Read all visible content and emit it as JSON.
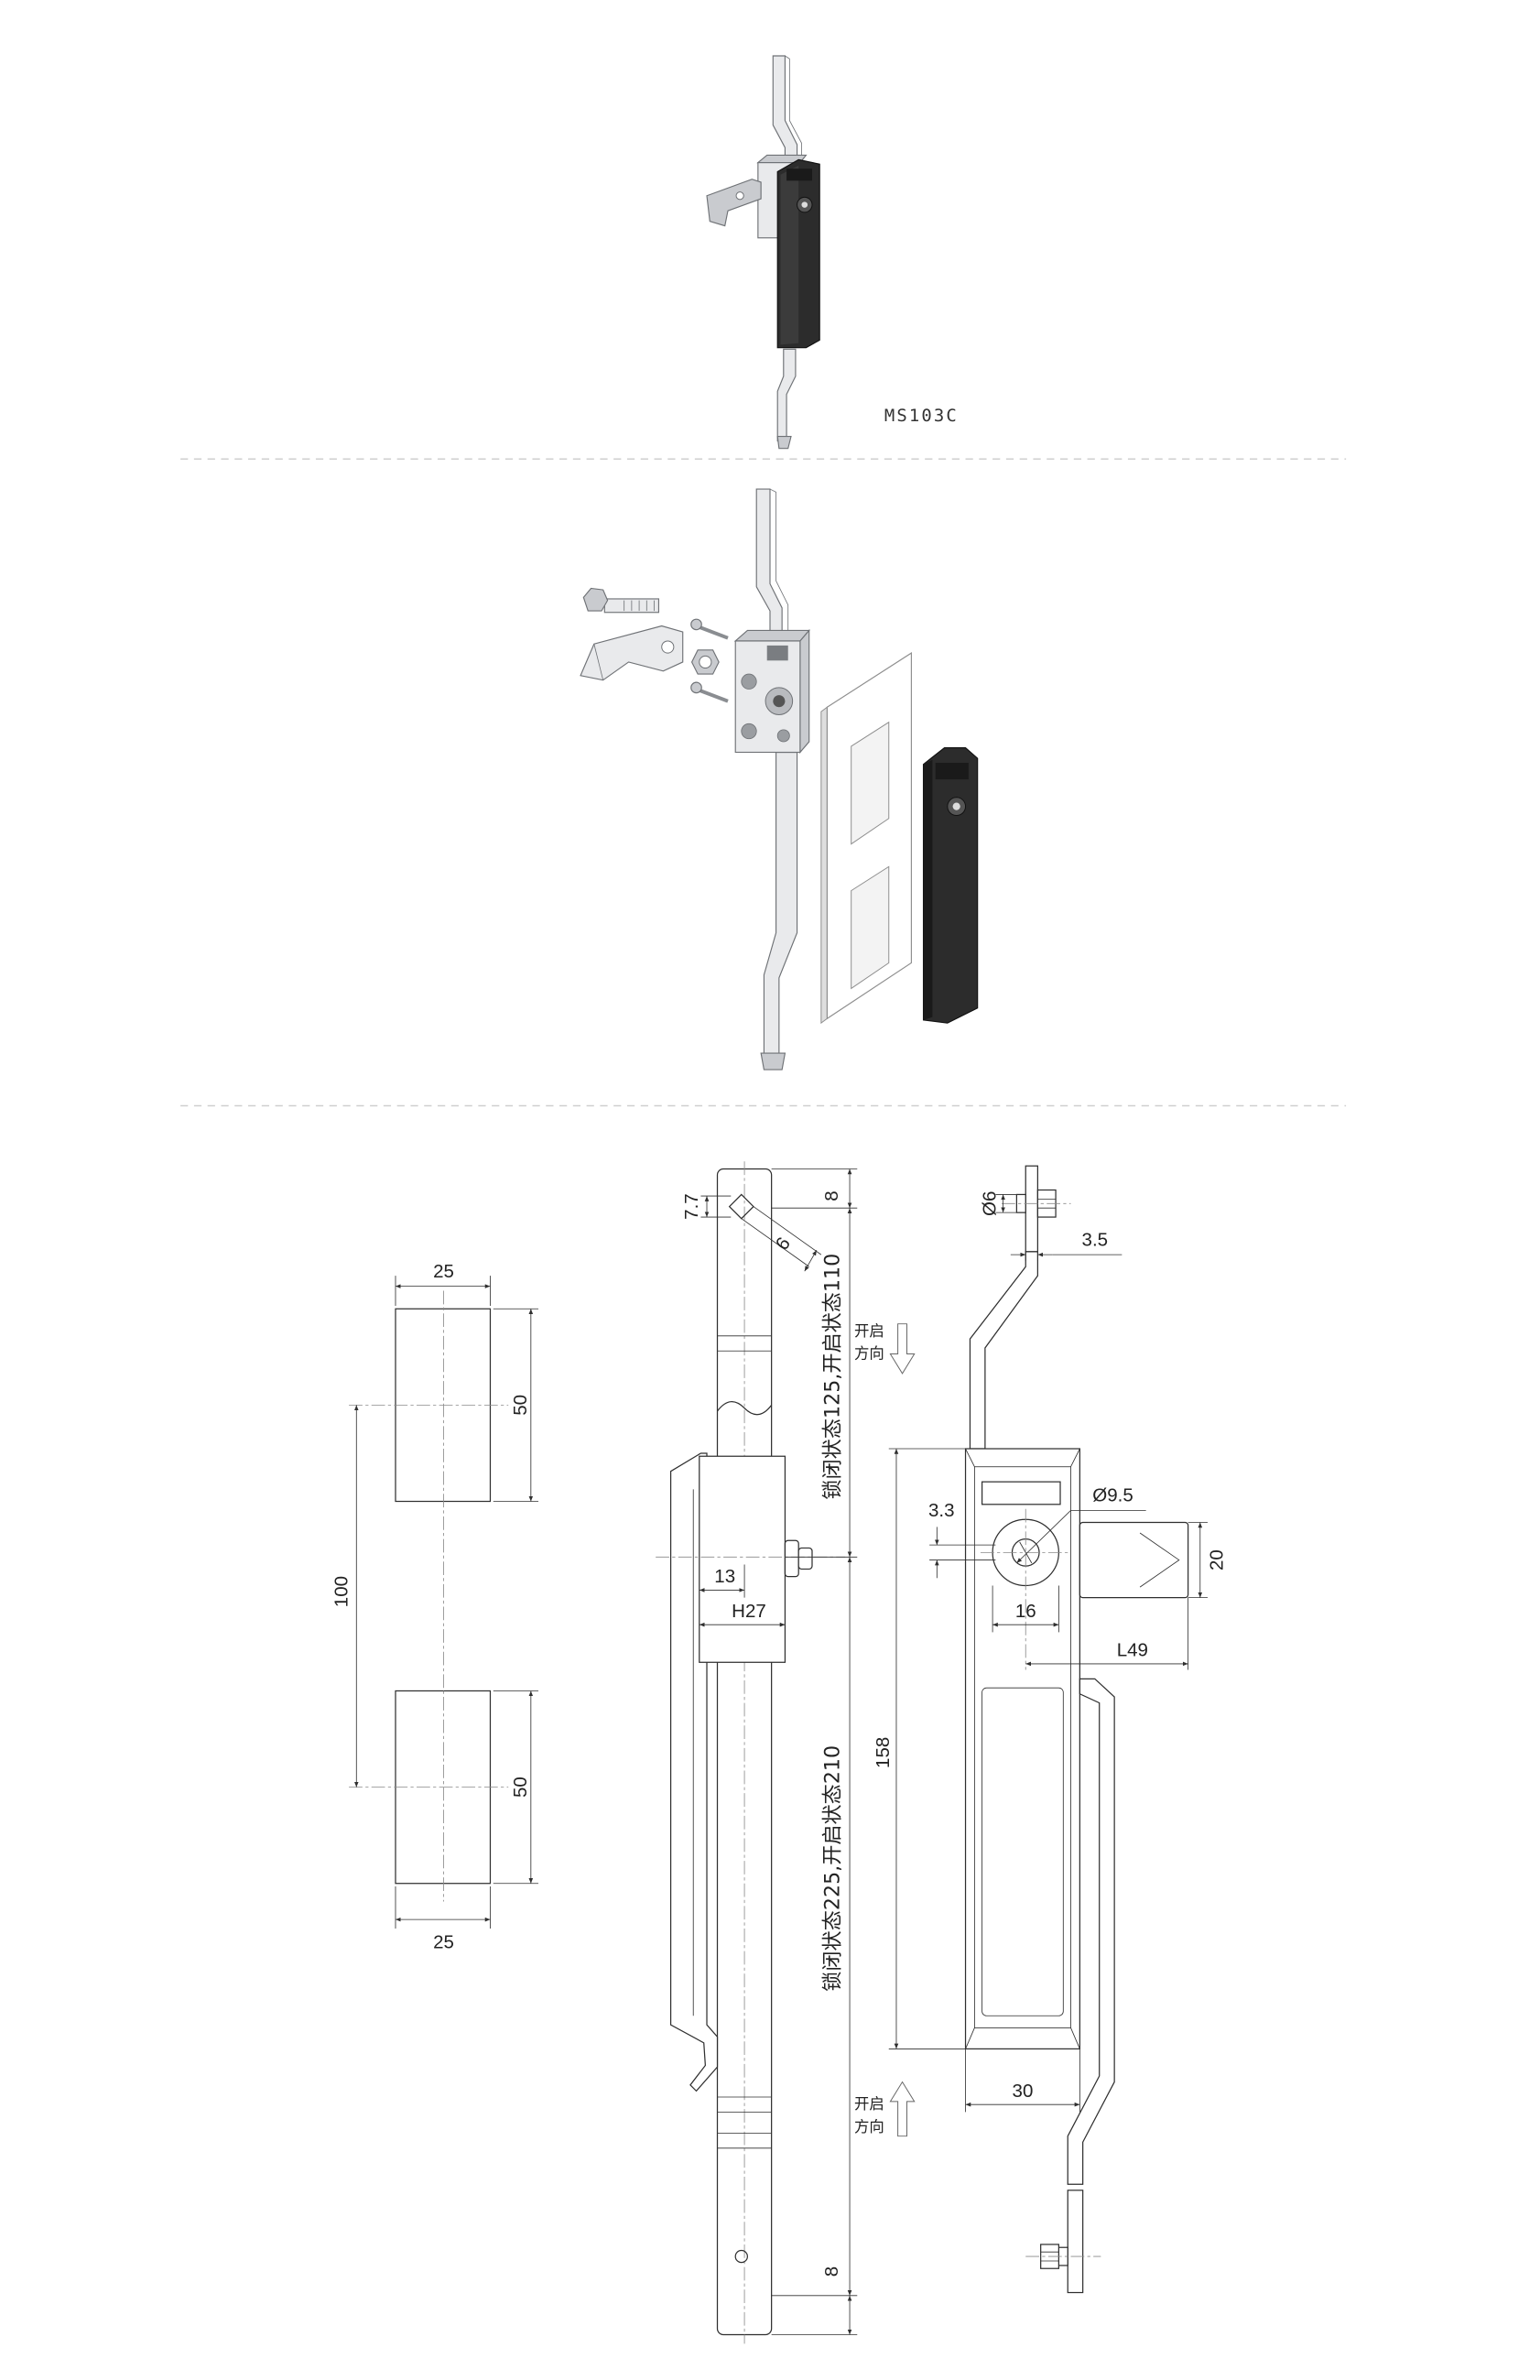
{
  "colors": {
    "line": "#2f2f2f",
    "text": "#222222",
    "center": "#8a8a8a",
    "separator": "#cfcfcf",
    "metal": "#e9eaec",
    "metal_shade": "#c9cbcf",
    "metal_edge": "#6f7276",
    "handle": "#2c2c2c"
  },
  "product": {
    "model_label": "MS103C"
  },
  "cutout_drawing": {
    "top_width": "25",
    "top_height": "50",
    "spacing": "100",
    "bottom_height": "50",
    "bottom_width": "25"
  },
  "side_view": {
    "hole_offset": "7.7",
    "top_end": "8",
    "hole_size": "6",
    "upper_travel": "锁闭状态125,开启状态110",
    "body_offset": "13",
    "body_height": "H27",
    "lower_travel": "锁闭状态225,开启状态210",
    "bottom_end": "8"
  },
  "front_view": {
    "bolt_diameter": "Ø6",
    "bracket_offset": "3.5",
    "open_direction_top": [
      "开启",
      "方向"
    ],
    "cylinder_diameter": "Ø9.5",
    "cylinder_offset": "3.3",
    "tongue_width": "20",
    "cylinder_span": "16",
    "tongue_length": "L49",
    "handle_length": "158",
    "handle_width": "30",
    "open_direction_bottom": [
      "开启",
      "方向"
    ]
  }
}
